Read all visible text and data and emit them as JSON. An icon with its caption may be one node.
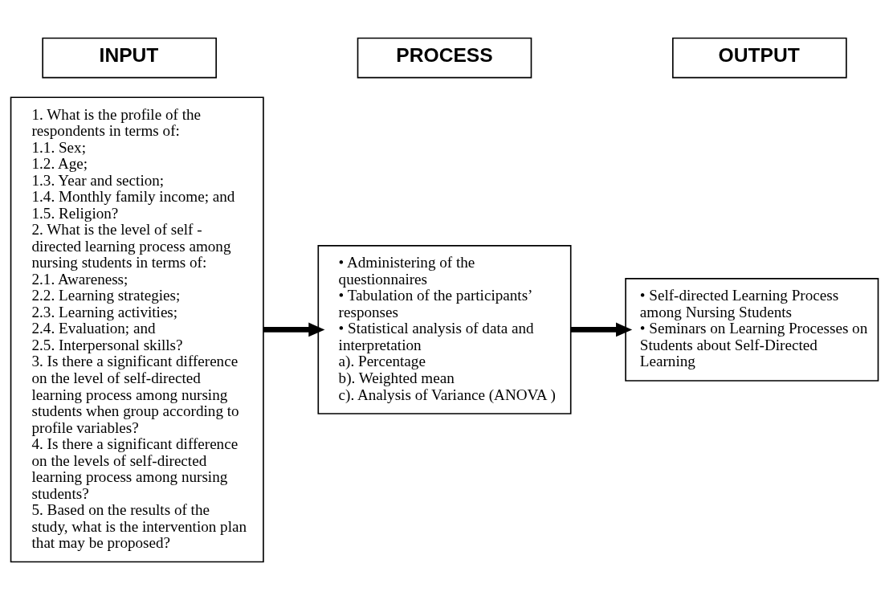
{
  "diagram": {
    "nodes": [
      {
        "text": [
          "INPUT"
        ]
      },
      {
        "text": [
          "PROCESS"
        ]
      },
      {
        "text": [
          "OUTPUT"
        ]
      },
      {
        "text": [
          "1. What is the profile of the respondents in terms of:",
          "1.1. Sex;",
          "1.2. Age;",
          "1.3. Year and section;",
          "1.4. Monthly family income; and",
          "1.5. Religion?",
          "2. What is the level of self - directed learning process among nursing students in terms of:",
          "2.1. Awareness;",
          "2.2. Learning strategies;",
          "2.3. Learning activities;",
          "2.4. Evaluation; and",
          "2.5. Interpersonal skills?",
          "3. Is there a significant difference on the level of self-directed learning process among nursing students when group according to profile variables?",
          "4. Is there a significant difference on the levels of self-directed learning process among nursing students?",
          "5. Based on the results of the study, what is the intervention plan that may be proposed?"
        ]
      },
      {
        "text": [
          "• Administering of the questionnaires",
          "• Tabulation of the participants’ responses",
          "• Statistical analysis of data and interpretation",
          "a). Percentage",
          "b). Weighted mean",
          "c). Analysis of Variance (ANOVA )"
        ]
      },
      {
        "text": [
          "• Self-directed Learning Process among Nursing Students",
          "• Seminars on Learning Processes on Students about Self-Directed Learning"
        ]
      }
    ],
    "edges": [
      {
        "from": 3,
        "to": 4,
        "arrow": "to"
      },
      {
        "from": 4,
        "to": 5,
        "arrow": "to"
      }
    ]
  }
}
